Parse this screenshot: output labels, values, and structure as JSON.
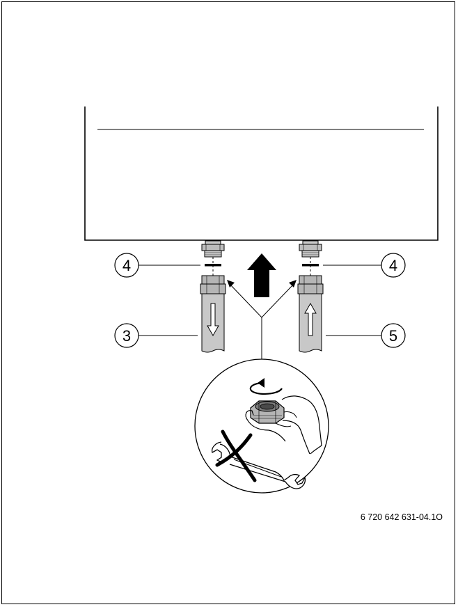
{
  "callouts": {
    "left_top": "4",
    "right_top": "4",
    "left_pipe": "3",
    "right_pipe": "5"
  },
  "reference_code": "6 720 642 631-04.1O",
  "colors": {
    "line": "#000000",
    "pipe_fill": "#c8c8c8",
    "fitting_fill": "#b5b5b5",
    "arrow_fill": "#000000"
  },
  "icons": {
    "flow_down": "arrow-down-icon",
    "flow_up": "arrow-up-icon",
    "push_up": "bold-arrow-up-icon",
    "hand_tighten": "hand-tighten-icon",
    "no_wrench": "crossed-wrench-icon"
  }
}
